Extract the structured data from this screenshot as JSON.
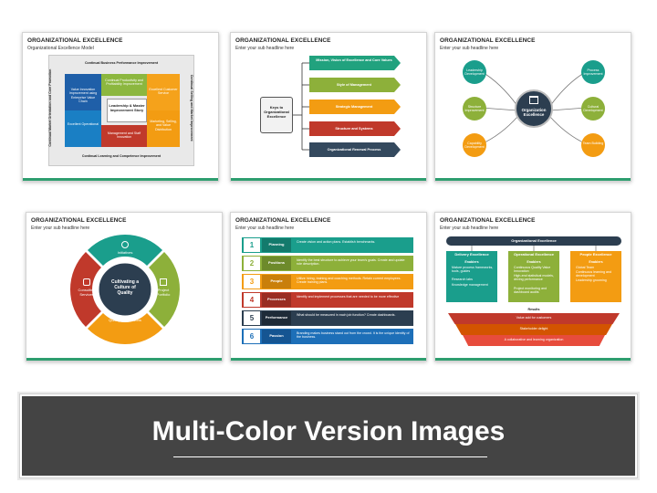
{
  "colors": {
    "banner_bg": "#444444",
    "accent_green": "#2e9e6f",
    "teal": "#1a9e8c",
    "olive": "#8db03a",
    "orange": "#f39c12",
    "red": "#c0392b",
    "navy": "#2c3e50",
    "blue": "#1d6fb8"
  },
  "slides": [
    {
      "title": "ORGANIZATIONAL EXCELLENCE",
      "subtitle": "Organizational Excellence Model",
      "top": "Continual Business Performance Improvement",
      "bottom": "Continual Learning and Competence Improvement",
      "left": "Continual Market Orientation and Core Promotion",
      "right": "Continual Selling and Market Improvement",
      "center": "Leadership & Master Improvement Story",
      "boxes": [
        "Value Innovation Improvement using Enterprise Value Chain",
        "Continual Productivity and Profitability Improvement",
        "Excellent Customer Service",
        "Excellent Operational",
        "Marketing, Selling, and Value Distribution",
        "Management and Staff Innovation"
      ]
    },
    {
      "title": "ORGANIZATIONAL EXCELLENCE",
      "subtitle": "Enter your sub headline here",
      "key": "Keys to Organizational Excellence",
      "items": [
        "Mission, Vision of Excellence and Core Values",
        "Style of Management",
        "Strategic Management",
        "Structure and Systems",
        "Organizational Renewal Process"
      ]
    },
    {
      "title": "ORGANIZATIONAL EXCELLENCE",
      "subtitle": "Enter your sub headline here",
      "center": "Organization Excellence",
      "nodes": [
        "Leadership Development",
        "Structure Improvement",
        "Capability Development",
        "Process Improvement",
        "Cultural Development",
        "Team Building"
      ]
    },
    {
      "title": "ORGANIZATIONAL EXCELLENCE",
      "subtitle": "Enter your sub headline here",
      "center": "Cultivating a Culture of Quality",
      "segments": [
        "Initiatives",
        "Project Portfolio",
        "Quality Connections",
        "Consulting Services"
      ]
    },
    {
      "title": "ORGANIZATIONAL EXCELLENCE",
      "subtitle": "Enter your sub headline here",
      "rows": [
        {
          "num": "1",
          "label": "Planning",
          "text": "Create vision and action plans. Establish benchmarks."
        },
        {
          "num": "2",
          "label": "Positions",
          "text": "Identify the best structure to achieve your team's goals. Create and update role description."
        },
        {
          "num": "3",
          "label": "People",
          "text": "Utilize hiring, training and coaching methods. Retain current employees. Create training plans."
        },
        {
          "num": "4",
          "label": "Processes",
          "text": "Identify and implement processes that are needed to be more effective"
        },
        {
          "num": "5",
          "label": "Performance",
          "text": "What should be measured in each job function? Create dashboards."
        },
        {
          "num": "6",
          "label": "Passion",
          "text": "Branding makes business stand out from the crowd. It is the unique identity of the business."
        }
      ]
    },
    {
      "title": "ORGANIZATIONAL EXCELLENCE",
      "subtitle": "Enter your sub headline here",
      "header": "Organizational Excellence",
      "columns": [
        {
          "title": "Delivery Excellence",
          "sub": "Enablers",
          "items": [
            "Mature process frameworks, tools, guides",
            "Research labs",
            "Knowledge management"
          ]
        },
        {
          "title": "Operational Excellence",
          "sub": "Enablers",
          "items": [
            "Continuous Quality Value Innovation",
            "High-end statistical models, driving performance",
            "Project monitoring and dashboard audits"
          ]
        },
        {
          "title": "People Excellence",
          "sub": "Enablers",
          "items": [
            "Global Team",
            "Continuous learning and development",
            "Leadership grooming"
          ]
        }
      ],
      "results_label": "Results",
      "results": [
        "Value add for customers",
        "Stakeholder delight",
        "A collaborative and learning organization"
      ]
    }
  ],
  "banner": {
    "title": "Multi-Color Version Images"
  }
}
